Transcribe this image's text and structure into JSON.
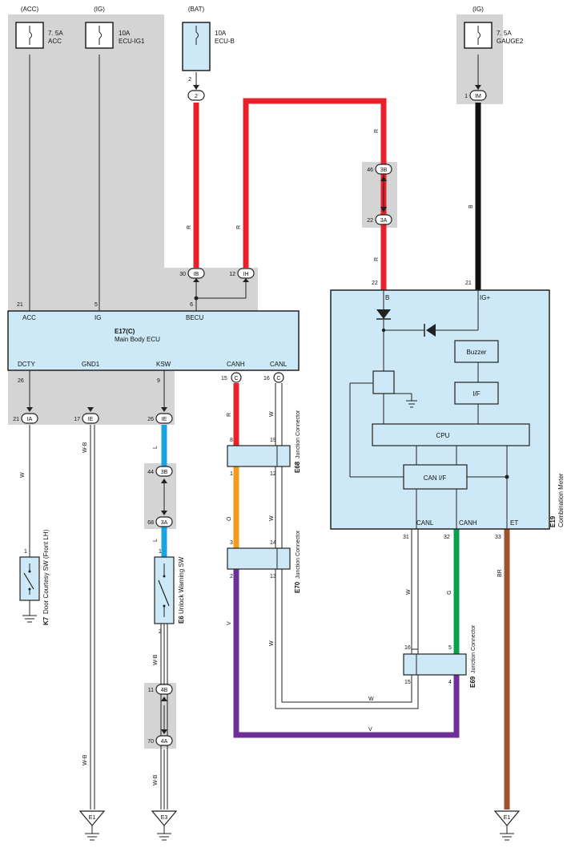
{
  "fuses": [
    {
      "source": "(ACC)",
      "rating": "7. 5A",
      "name": "ACC"
    },
    {
      "source": "(IG)",
      "rating": "10A",
      "name": "ECU-IG1"
    },
    {
      "source": "(BAT)",
      "rating": "10A",
      "name": "ECU-B"
    },
    {
      "source": "(IG)",
      "rating": "7. 5A",
      "name": "GAUGE2"
    }
  ],
  "ecu": {
    "code": "E17(C)",
    "name": "Main Body ECU",
    "pins_top": [
      "ACC",
      "IG",
      "BECU"
    ],
    "pins_top_nums": [
      "21",
      "5",
      "6"
    ],
    "pins_bottom": [
      "DCTY",
      "GND1",
      "KSW",
      "CANH",
      "CANL"
    ],
    "pins_bottom_nums": [
      "26",
      "9",
      "15",
      "16"
    ],
    "conn_c": "C"
  },
  "meter": {
    "code": "E19",
    "name": "Combination Meter",
    "pins_top": [
      "B",
      "IG+"
    ],
    "pins_top_nums": [
      "22",
      "21"
    ],
    "pins_bottom": [
      "CANL",
      "CANH",
      "ET"
    ],
    "pins_bottom_nums": [
      "31",
      "32",
      "33"
    ],
    "blocks": {
      "buzzer": "Buzzer",
      "if": "I/F",
      "cpu": "CPU",
      "canif": "CAN I/F"
    }
  },
  "connectors": {
    "c2": "2",
    "ib": "IB",
    "ih": "IH",
    "im": "IM",
    "c3b": "3B",
    "c3a": "3A",
    "ia": "IA",
    "ie": "IE",
    "c4b": "4B",
    "c4a": "4A"
  },
  "pin_nums": {
    "bat_fuse": "2",
    "ib": "30",
    "ih": "12",
    "im": "1",
    "c3b": "46",
    "c3a": "22",
    "ia": "21",
    "ie1": "17",
    "ie2": "26",
    "c3b2": "44",
    "c3a2": "68",
    "c4b": "11",
    "c4a": "70"
  },
  "junctions": [
    {
      "code": "E68",
      "label": "Junction Connector",
      "pins": [
        "8",
        "19",
        "1",
        "12"
      ]
    },
    {
      "code": "E70",
      "label": "Junction Connector",
      "pins": [
        "3",
        "14",
        "2",
        "13"
      ]
    },
    {
      "code": "E69",
      "label": "Junction Connector",
      "pins": [
        "16",
        "5",
        "15",
        "4"
      ]
    }
  ],
  "switches": [
    {
      "code": "K7",
      "name": "Door Courtesy SW (Front LH)",
      "pins": [
        "1"
      ]
    },
    {
      "code": "E6",
      "name": "Unlock Warning SW",
      "pins": [
        "1",
        "2"
      ]
    }
  ],
  "wire_colors": {
    "R": "R",
    "B": "B",
    "W": "W",
    "WB": "W-B",
    "L": "L",
    "O": "O",
    "V": "V",
    "G": "G",
    "BR": "BR"
  },
  "grounds": [
    "E1",
    "E3",
    "E1"
  ],
  "colors": {
    "red": "#e8202a",
    "black": "#111111",
    "blue": "#1aa3e0",
    "orange": "#f39a1e",
    "purple": "#6f2f9a",
    "green": "#0aa050",
    "brown": "#a0522d",
    "box": "#cde9f7",
    "shade": "#d4d4d4"
  }
}
